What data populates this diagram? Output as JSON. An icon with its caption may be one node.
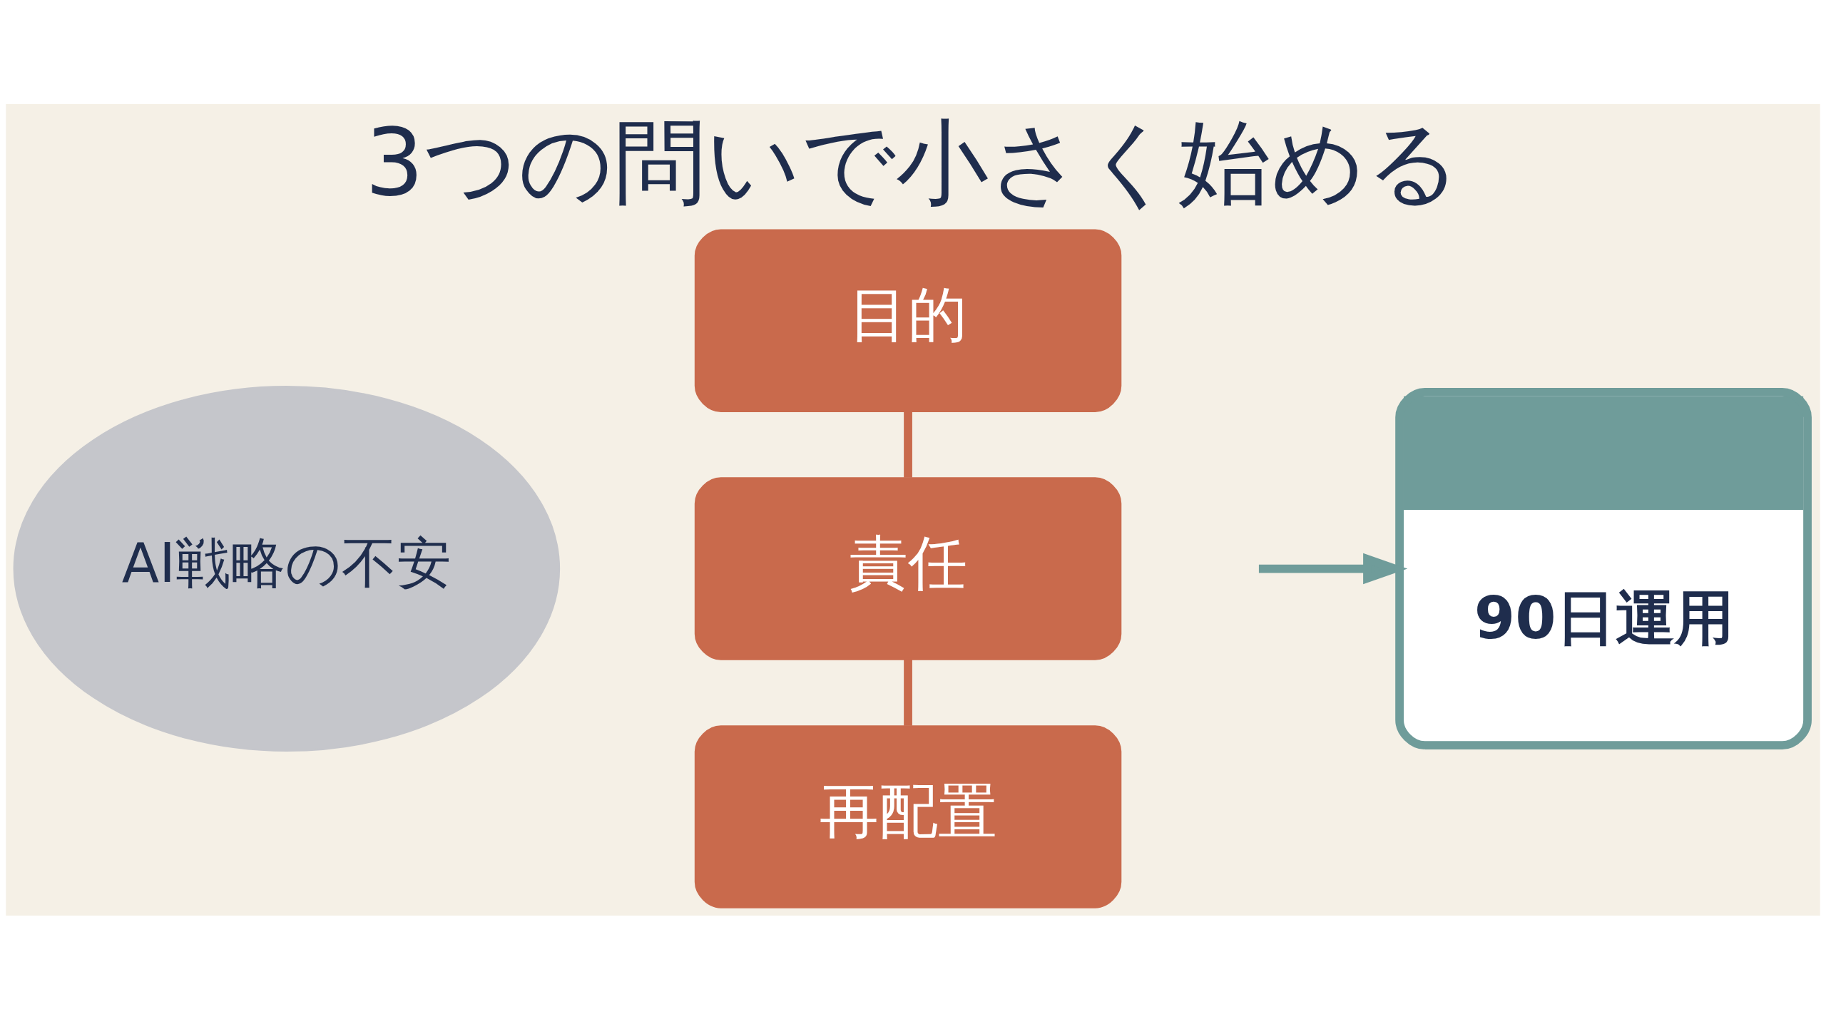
{
  "diagram": {
    "title": "3つの問いで小さく始める",
    "nodes": [
      {
        "text": [
          "AI戦略の不安"
        ]
      },
      {
        "text": [
          "目的"
        ]
      },
      {
        "text": [
          "責任"
        ]
      },
      {
        "text": [
          "再配置"
        ]
      },
      {
        "text": [
          "90日運用"
        ]
      }
    ],
    "edges": [
      {
        "from": 1,
        "to": 2,
        "arrow": "none"
      },
      {
        "from": 2,
        "to": 3,
        "arrow": "none"
      },
      {
        "from": null,
        "to": 4,
        "arrow": "to",
        "color": "#6f9c9a"
      }
    ]
  }
}
